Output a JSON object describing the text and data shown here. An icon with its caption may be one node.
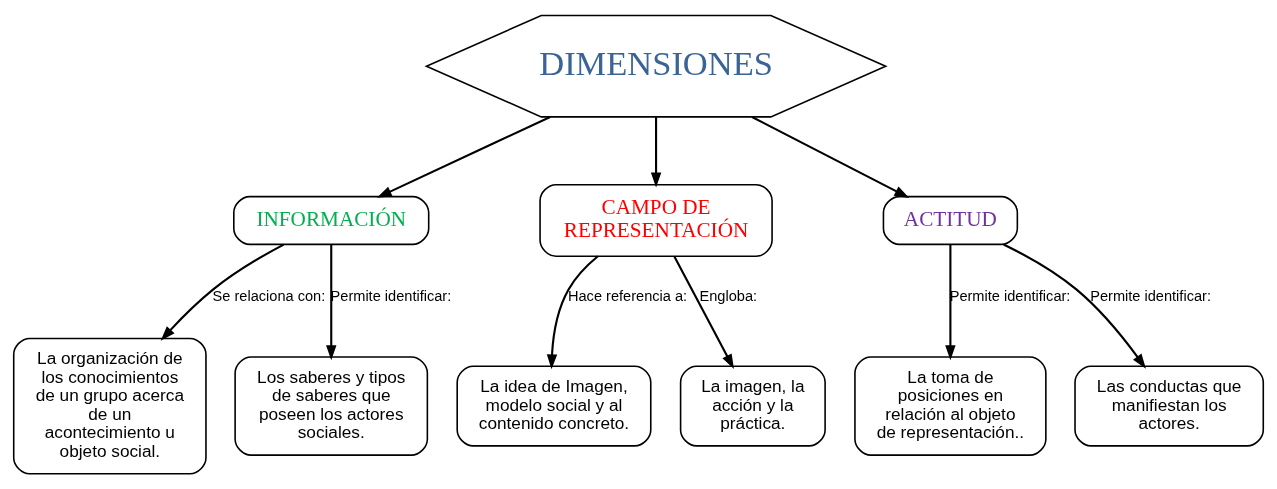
{
  "diagram": {
    "nodes": [
      {
        "text": [
          "DIMENSIONES"
        ]
      },
      {
        "text": [
          "INFORMACIÓN"
        ]
      },
      {
        "text": [
          "CAMPO DE REPRESENTACIÓN"
        ]
      },
      {
        "text": [
          "ACTITUD"
        ]
      },
      {
        "text": [
          "La organización de los conocimientos de un grupo acerca de un acontecimiento u objeto social."
        ]
      },
      {
        "text": [
          "Los saberes y tipos de saberes que poseen los actores sociales."
        ]
      },
      {
        "text": [
          "La idea de Imagen, modelo social y al contenido concreto."
        ]
      },
      {
        "text": [
          "La imagen, la acción y la práctica."
        ]
      },
      {
        "text": [
          "La toma de posiciones en relación al objeto de representación.."
        ]
      },
      {
        "text": [
          "Las conductas que manifiestan los actores."
        ]
      }
    ],
    "edges": [
      {
        "from": 0,
        "to": 1,
        "arrow": "to"
      },
      {
        "from": 0,
        "to": 2,
        "arrow": "to"
      },
      {
        "from": 0,
        "to": 3,
        "arrow": "to"
      },
      {
        "from": 1,
        "to": 4,
        "arrow": "to",
        "label": "Se relaciona con:"
      },
      {
        "from": 1,
        "to": 5,
        "arrow": "to",
        "label": "Permite identificar:"
      },
      {
        "from": 2,
        "to": 6,
        "arrow": "to",
        "label": "Hace referencia a:"
      },
      {
        "from": 2,
        "to": 7,
        "arrow": "to",
        "label": "Engloba:"
      },
      {
        "from": 3,
        "to": 8,
        "arrow": "to",
        "label": "Permite identificar:"
      },
      {
        "from": 3,
        "to": 9,
        "arrow": "to",
        "label": "Permite identificar:"
      }
    ]
  }
}
